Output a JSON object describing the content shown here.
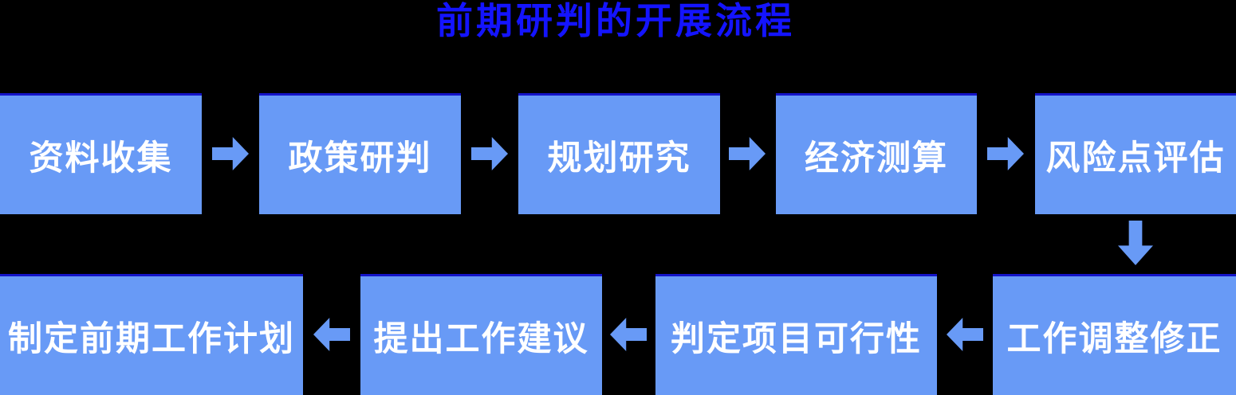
{
  "title": {
    "text": "前期研判的开展流程"
  },
  "colors": {
    "title_text": "#1414FF",
    "node_fill": "#689AF6",
    "node_top_border": "#1414C8",
    "node_text": "#FFFFFF",
    "arrow": "#689AF6",
    "background": "#000000"
  },
  "flow": {
    "steps": [
      {
        "label": "资料收集"
      },
      {
        "label": "政策研判"
      },
      {
        "label": "规划研究"
      },
      {
        "label": "经济测算"
      },
      {
        "label": "风险点评估"
      },
      {
        "label": "工作调整修正"
      },
      {
        "label": "判定项目可行性"
      },
      {
        "label": "提出工作建议"
      },
      {
        "label": "制定前期工作计划"
      }
    ],
    "arrows": [
      {
        "from": "资料收集",
        "to": "政策研判",
        "direction": "right"
      },
      {
        "from": "政策研判",
        "to": "规划研究",
        "direction": "right"
      },
      {
        "from": "规划研究",
        "to": "经济测算",
        "direction": "right"
      },
      {
        "from": "经济测算",
        "to": "风险点评估",
        "direction": "right"
      },
      {
        "from": "风险点评估",
        "to": "工作调整修正",
        "direction": "down"
      },
      {
        "from": "工作调整修正",
        "to": "判定项目可行性",
        "direction": "left"
      },
      {
        "from": "判定项目可行性",
        "to": "提出工作建议",
        "direction": "left"
      },
      {
        "from": "提出工作建议",
        "to": "制定前期工作计划",
        "direction": "left"
      }
    ]
  }
}
